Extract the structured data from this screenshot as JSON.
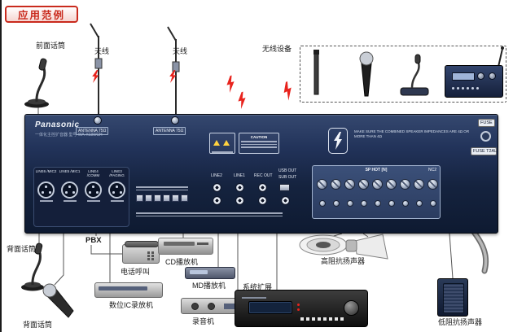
{
  "title": "应用范例",
  "labels": {
    "front_mic": "前面话筒",
    "antenna_left": "天线",
    "antenna_right": "天线",
    "wireless_devices": "无线设备",
    "rear_mic_top": "背面话筒",
    "rear_mic_bottom": "背面话筒",
    "pbx": "PBX",
    "phone_call": "电话呼叫",
    "cd_player": "CD播放机",
    "md_player": "MD播放机",
    "ic_recorder": "数位IC录放机",
    "tape_recorder": "录音机",
    "system_expansion": "系统扩展",
    "hi_z_speaker": "高阻抗扬声器",
    "lo_z_speaker": "低阻抗扬声器"
  },
  "amplifier": {
    "brand": "Panasonic",
    "model": "一体化主控扩音器  型号 WA-X130/CH",
    "antenna_jack_left": "ANTENNA 75Ω",
    "antenna_jack_right": "ANTENNA 75Ω",
    "caution": "CAUTION",
    "warning": "MAKE SURE THE COMBINED SPEAKER IMPEDANCES ARE 4Ω OR MORE THAN 4Ω",
    "fuse": "FUSE",
    "fuse_rating": "FUSE T2AL",
    "sp_block_title": "SP HOT [N]",
    "nc2": "NC2",
    "xlr_labels": [
      "LINE6 /MIC2",
      "LINE5 /MIC1",
      "LINE4 /COMM",
      "LINE3 /PAGING"
    ],
    "jack_labels": [
      "LINE2",
      "LINE1",
      "REC OUT",
      "USB OUT",
      "SUB OUT"
    ]
  },
  "colors": {
    "accent_red": "#d42a1e",
    "panel_navy": "#1c2c4c"
  }
}
